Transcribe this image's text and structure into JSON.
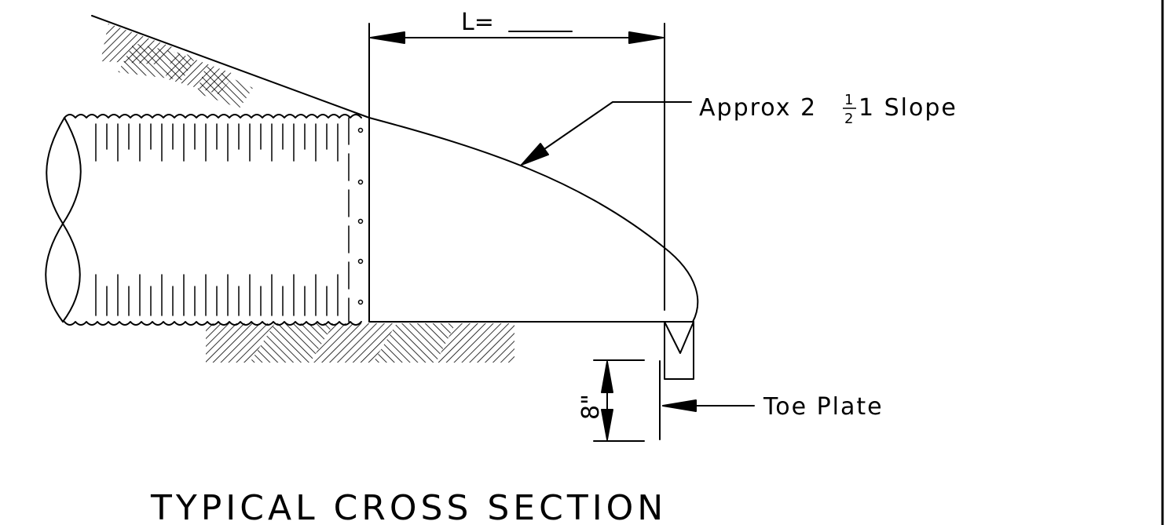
{
  "drawing": {
    "title": "TYPICAL CROSS SECTION",
    "length_dim": {
      "prefix": "L=",
      "value": ""
    },
    "slope_label": {
      "prefix": "Approx 2 ",
      "fraction_num": "1",
      "fraction_den": "2",
      "suffix": "1 Slope"
    },
    "toe_plate_label": "Toe Plate",
    "toe_depth_label": "8\""
  }
}
